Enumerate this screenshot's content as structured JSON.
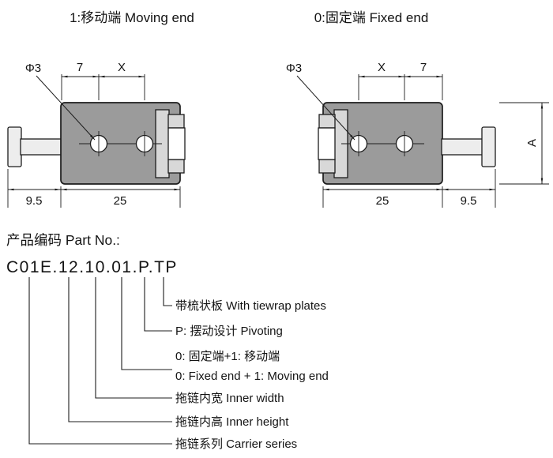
{
  "colors": {
    "line": "#1c1c1c",
    "body_fill": "#9b9b9b",
    "plug_fill": "#ededed",
    "bracket_fill": "#d8d8d8",
    "hole_fill": "#ffffff",
    "background": "#ffffff"
  },
  "views": {
    "moving": {
      "title": "1:移动端 Moving end",
      "dims": {
        "hole": "Φ3",
        "edge_to_hole": "7",
        "hole_spacing": "X",
        "plug_len": "9.5",
        "body_len": "25"
      }
    },
    "fixed": {
      "title": "0:固定端 Fixed end",
      "dims": {
        "hole": "Φ3",
        "hole_spacing": "X",
        "edge_to_hole": "7",
        "body_len": "25",
        "plug_len": "9.5",
        "height": "A"
      }
    }
  },
  "part_no": {
    "heading": "产品编码 Part No.:",
    "code": "C01E.12.10.01.P.TP",
    "legend": [
      {
        "id": "tiewrap",
        "label": "带梳状板 With tiewrap plates"
      },
      {
        "id": "pivoting",
        "label": "P: 摆动设计 Pivoting"
      },
      {
        "id": "end-config-cn",
        "label": "0: 固定端+1: 移动端"
      },
      {
        "id": "end-config-en",
        "label": "0: Fixed end + 1: Moving end"
      },
      {
        "id": "inner-width",
        "label": "拖链内宽 Inner width"
      },
      {
        "id": "inner-height",
        "label": "拖链内高 Inner height"
      },
      {
        "id": "series",
        "label": "拖链系列 Carrier series"
      }
    ]
  }
}
